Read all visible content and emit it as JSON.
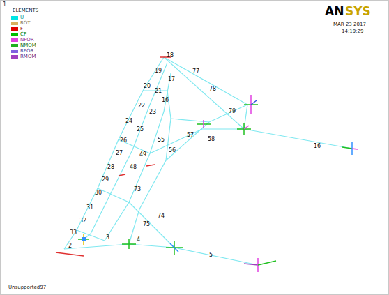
{
  "diagram": {
    "labels": [
      "1",
      "ELEMENTS",
      "AN",
      "SYS",
      "MAR 23 2017",
      "14:19:29",
      "Unsupported97",
      "18",
      "19",
      "17",
      "20",
      "21",
      "16",
      "22",
      "23",
      "24",
      "25",
      "26",
      "27",
      "28",
      "29",
      "30",
      "31",
      "32",
      "33",
      "2",
      "3",
      "4",
      "5",
      "75",
      "74",
      "73",
      "48",
      "49",
      "55",
      "56",
      "77",
      "78",
      "79",
      "57",
      "58",
      "16"
    ],
    "legend": [
      {
        "text": "U",
        "color": "#00e5e5"
      },
      {
        "text": "ROT",
        "color": "#d8b060"
      },
      {
        "text": "F",
        "color": "#e00000"
      },
      {
        "text": "CP",
        "color": "#00c000"
      },
      {
        "text": "NFOR",
        "color": "#e040e0"
      },
      {
        "text": "NMOM",
        "color": "#20b020"
      },
      {
        "text": "RFOR",
        "color": "#8060e0"
      },
      {
        "text": "RMOM",
        "color": "#a040c0"
      }
    ]
  }
}
